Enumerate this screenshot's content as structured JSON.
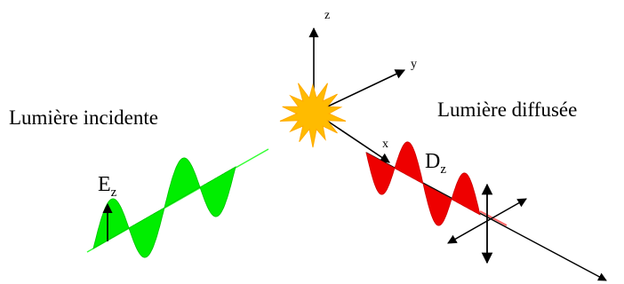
{
  "labels": {
    "incident": "Lumière incidente",
    "scattered": "Lumière diffusée",
    "axis_z": "z",
    "axis_y": "y",
    "axis_x": "x",
    "e_field_main": "E",
    "e_field_sub": "z",
    "d_field_main": "D",
    "d_field_sub": "z"
  },
  "colors": {
    "incident_wave": "#00ee00",
    "scattered_wave": "#ee0000",
    "scatterer_fill": "#ffbb00",
    "scatterer_stroke": "#ffaa00",
    "axis": "#000000"
  },
  "icons": {
    "scatterer": "starburst-icon"
  }
}
